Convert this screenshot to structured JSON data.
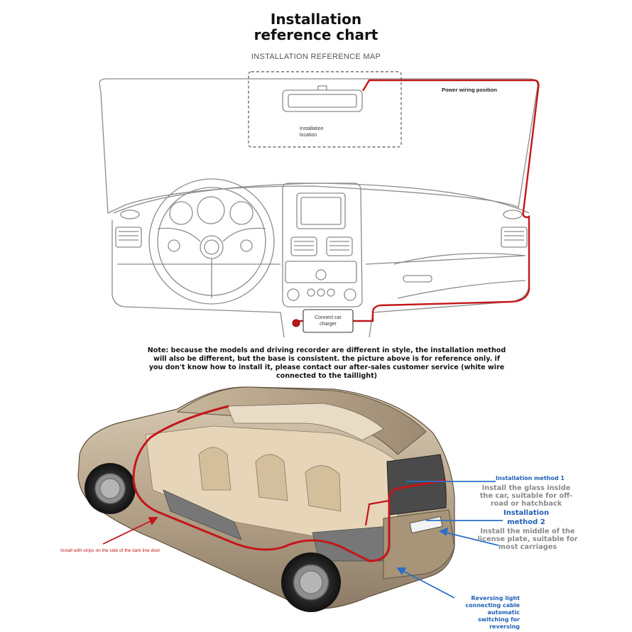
{
  "header": {
    "title": "Installation reference chart",
    "subtitle": "INSTALLATION REFERENCE MAP"
  },
  "dashboard": {
    "power_label": "Power wiring position",
    "install_location_label": "Installation location",
    "charger_label": "Connect car charger"
  },
  "note": {
    "text": "Note: because the models and driving recorder are different in style, the installation method will also be different, but the base is consistent. the picture above is for reference only. if you don't know how to install it, please contact our after-sales customer service (white wire connected to the taillight)"
  },
  "car": {
    "method1_title": "Installation method 1",
    "method1_desc": "Install the glass inside the car, suitable for off-road or hatchback",
    "method2_title": "Installation method 2",
    "method2_desc": "Install the middle of the license plate, suitable for most carriages",
    "reversing_label": "Reversing light connecting cable automatic switching for reversing",
    "door_strip_label": "Install with strips on the side of the dark line door"
  },
  "colors": {
    "wire_red": "#c3161a",
    "accent_blue": "#1f5fb5",
    "desc_grey": "#8a8a8a",
    "line_grey": "#8c8c8c"
  }
}
